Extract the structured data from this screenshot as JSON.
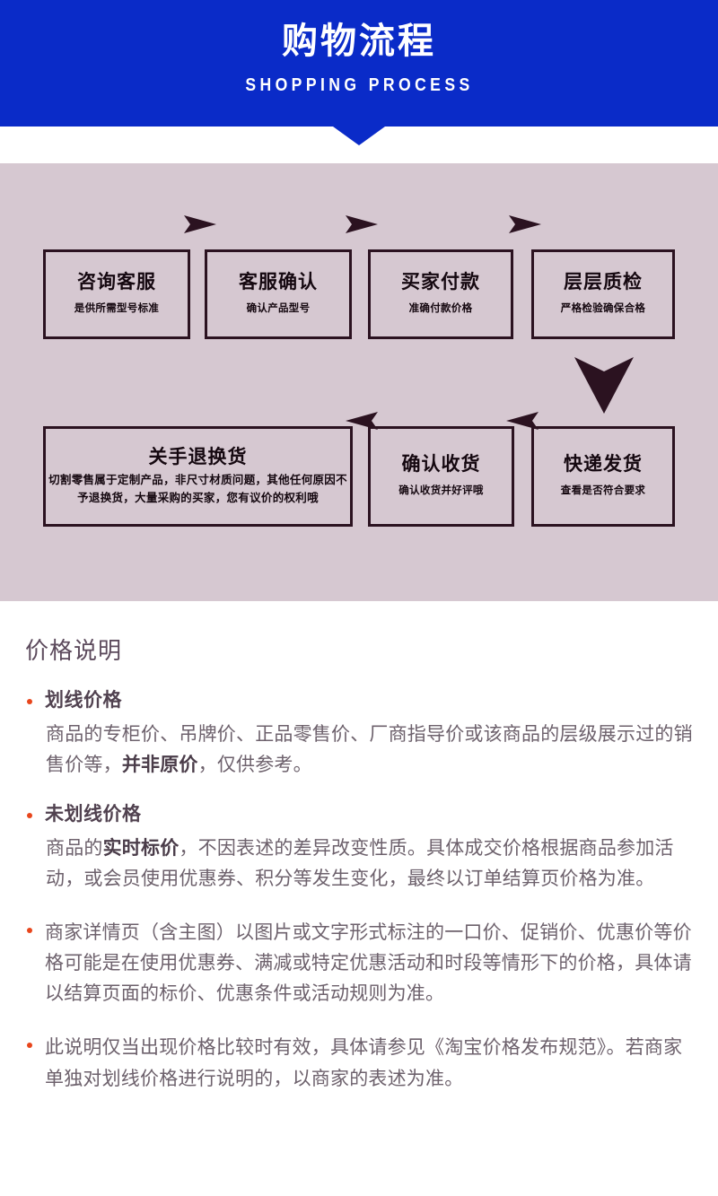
{
  "banner": {
    "title": "购物流程",
    "subtitle": "SHOPPING PROCESS",
    "background_color": "#0a2bc8",
    "text_color": "#ffffff"
  },
  "flow": {
    "panel_background": "#d6c8d1",
    "box_border_color": "#2b1220",
    "arrow_color": "#2b1220",
    "row1": [
      {
        "title": "咨询客服",
        "desc": "是供所需型号标准"
      },
      {
        "title": "客服确认",
        "desc": "确认产品型号"
      },
      {
        "title": "买家付款",
        "desc": "准确付款价格"
      },
      {
        "title": "层层质检",
        "desc": "严格检验确保合格"
      }
    ],
    "row2": [
      {
        "title": "关手退换货",
        "desc": "切割零售属于定制产品，非尺寸材质问题，其他任何原因不予退换货，大量采购的买家，您有议价的权利哦"
      },
      {
        "title": "确认收货",
        "desc": "确认收货并好评哦"
      },
      {
        "title": "快递发货",
        "desc": "查看是否符合要求"
      }
    ],
    "arrows": {
      "right_1": "arrow-right-icon",
      "right_2": "arrow-right-icon",
      "right_3": "arrow-right-icon",
      "down_big": "arrow-down-icon",
      "left_1": "arrow-left-icon",
      "left_2": "arrow-left-icon"
    }
  },
  "price": {
    "heading": "价格说明",
    "bullet_color": "#e8461c",
    "heading_color": "#5c4a5c",
    "notes": [
      {
        "title": "划线价格",
        "body_pre": "商品的专柜价、吊牌价、正品零售价、厂商指导价或该商品的层级展示过的销售价等，",
        "body_strong": "并非原价",
        "body_post": "，仅供参考。"
      },
      {
        "title": "未划线价格",
        "body_pre": "商品的",
        "body_strong": "实时标价",
        "body_post": "，不因表述的差异改变性质。具体成交价格根据商品参加活动，或会员使用优惠券、积分等发生变化，最终以订单结算页价格为准。"
      }
    ],
    "plain_notes": [
      "商家详情页（含主图）以图片或文字形式标注的一口价、促销价、优惠价等价格可能是在使用优惠券、满减或特定优惠活动和时段等情形下的价格，具体请以结算页面的标价、优惠条件或活动规则为准。",
      "此说明仅当出现价格比较时有效，具体请参见《淘宝价格发布规范》。若商家单独对划线价格进行说明的，以商家的表述为准。"
    ]
  }
}
